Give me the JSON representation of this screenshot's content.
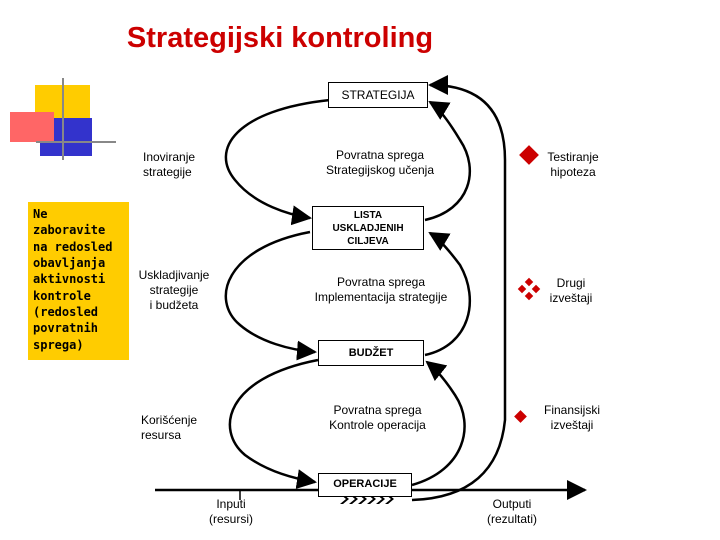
{
  "title": "Strategijski kontroling",
  "nodes": {
    "strategija": "STRATEGIJA",
    "lista_line1": "LISTA",
    "lista_line2": "USKLADJENIH",
    "lista_line3": "CILJEVA",
    "budzet": "BUDŽET",
    "operacije": "OPERACIJE"
  },
  "left_labels": {
    "inoviranje_1": "Inoviranje",
    "inoviranje_2": "strategije",
    "uskladj_1": "Uskladjivanje",
    "uskladj_2": "strategije",
    "uskladj_3": "i budžeta",
    "koriscenje_1": "Korišćenje",
    "koriscenje_2": "resursa"
  },
  "center_labels": {
    "sprega1_1": "Povratna sprega",
    "sprega1_2": "Strategijskog učenja",
    "sprega2_1": "Povratna sprega",
    "sprega2_2": "Implementacija strategije",
    "sprega3_1": "Povratna sprega",
    "sprega3_2": "Kontrole operacija"
  },
  "right_labels": {
    "testiranje_1": "Testiranje",
    "testiranje_2": "hipoteza",
    "drugi_1": "Drugi",
    "drugi_2": "izveštaji",
    "fin_1": "Finansijski",
    "fin_2": "izveštaji"
  },
  "io": {
    "inputi_1": "Inputi",
    "inputi_2": "(resursi)",
    "outputi_1": "Outputi",
    "outputi_2": "(rezultati)"
  },
  "note_lines": [
    "Ne",
    "zaboravite",
    "na redosled",
    "obavljanja",
    "aktivnosti",
    "kontrole",
    "(redosled",
    "povratnih",
    "sprega)"
  ],
  "colors": {
    "title": "#cc0000",
    "note_bg": "#ffcc00",
    "bullet": "#cc0000",
    "deco_yellow": "#ffcc00",
    "deco_blue": "#3333cc",
    "deco_pink": "#ff6666"
  }
}
